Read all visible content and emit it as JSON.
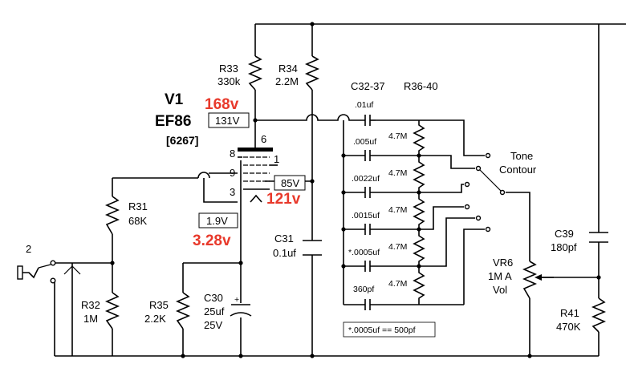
{
  "tube": {
    "ref": "V1",
    "type": "EF86",
    "alt": "[6267]"
  },
  "tube_pins": {
    "p6": "6",
    "p8": "8",
    "p1": "1",
    "p9": "9",
    "p3": "3"
  },
  "voltages": {
    "plate_red": "168v",
    "plate_box": "131V",
    "screen_red": "121v",
    "screen_box": "85V",
    "cathode_red": "3.28v",
    "cathode_box": "1.9V"
  },
  "components": {
    "r33": {
      "ref": "R33",
      "value": "330k"
    },
    "r34": {
      "ref": "R34",
      "value": "2.2M"
    },
    "r31": {
      "ref": "R31",
      "value": "68K"
    },
    "r32": {
      "ref": "R32",
      "value": "1M"
    },
    "r35": {
      "ref": "R35",
      "value": "2.2K"
    },
    "c30": {
      "ref": "C30",
      "value": "25uf",
      "rating": "25V"
    },
    "c31": {
      "ref": "C31",
      "value": "0.1uf"
    },
    "c39": {
      "ref": "C39",
      "value": "180pf"
    },
    "vr6": {
      "ref": "VR6",
      "value": "1M A",
      "function": "Vol"
    },
    "r41": {
      "ref": "R41",
      "value": "470K"
    }
  },
  "tone_network": {
    "header_caps": "C32-37",
    "header_res": "R36-40",
    "caps": [
      ".01uf",
      ".005uf",
      ".0022uf",
      ".0015uf",
      "*.0005uf",
      "360pf"
    ],
    "resistors": [
      "4.7M",
      "4.7M",
      "4.7M",
      "4.7M",
      "4.7M"
    ],
    "switch_label_line1": "Tone",
    "switch_label_line2": "Contour",
    "note": "*.0005uf == 500pf"
  },
  "jack": {
    "label": "2"
  }
}
